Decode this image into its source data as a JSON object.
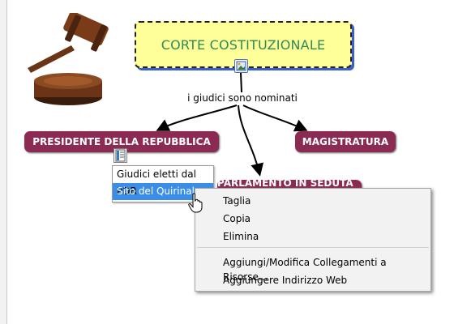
{
  "main_node": {
    "title": "CORTE COSTITUZIONALE"
  },
  "connector": {
    "label": "i giudici sono nominati"
  },
  "nodes": {
    "presidente": "PRESIDENTE DELLA REPUBBLICA",
    "magistratura": "MAGISTRATURA",
    "parlamento": "PARLAMENTO IN SEDUTA COMUNE"
  },
  "link_popup": {
    "items": [
      "Giudici eletti dal PDR",
      "Sito del Quirinale"
    ],
    "selected_index": 1
  },
  "context_menu": {
    "items": [
      "Taglia",
      "Copia",
      "Elimina",
      "Aggiungi/Modifica Collegamenti a Risorse...",
      "Aggiungere Indirizzo Web"
    ]
  },
  "colors": {
    "node_fill": "#8b2a52",
    "main_node_fill": "#ffff99",
    "main_text": "#2e8b57",
    "selection": "#3b8ee8"
  },
  "icons": [
    "gavel-image",
    "image-link-icon",
    "document-link-icon",
    "hand-cursor-icon"
  ]
}
